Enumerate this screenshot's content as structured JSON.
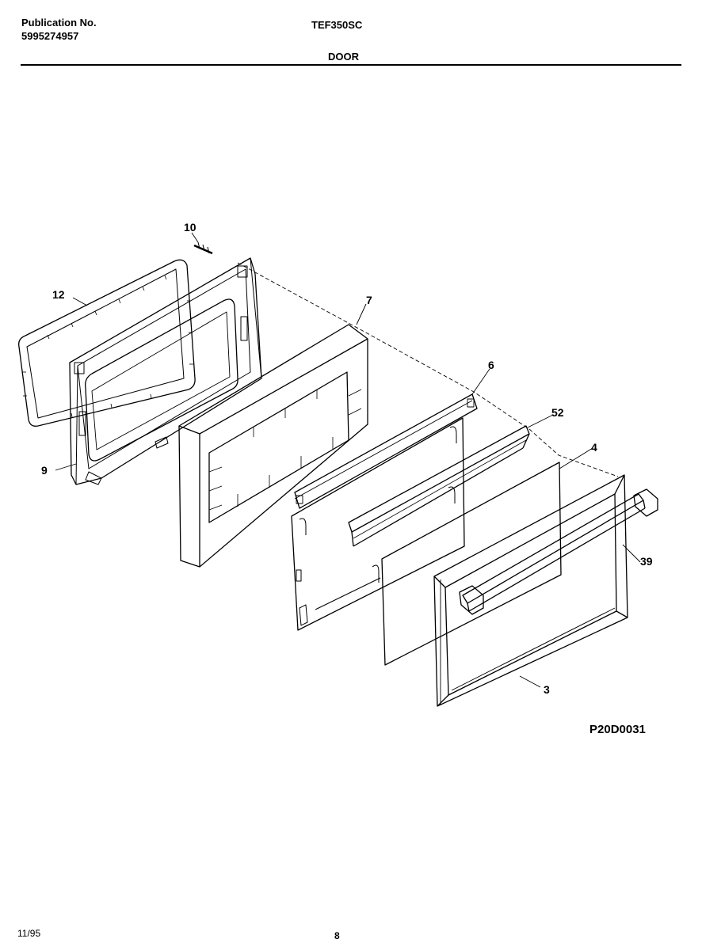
{
  "header": {
    "publication_label": "Publication No.",
    "publication_number": "5995274957",
    "model": "TEF350SC",
    "section": "DOOR"
  },
  "diagram": {
    "figure_code": "P20D0031",
    "callouts": {
      "c10": "10",
      "c12": "12",
      "c9": "9",
      "c7": "7",
      "c6": "6",
      "c52": "52",
      "c4": "4",
      "c39": "39",
      "c3": "3"
    }
  },
  "footer": {
    "date": "11/95",
    "page": "8"
  }
}
